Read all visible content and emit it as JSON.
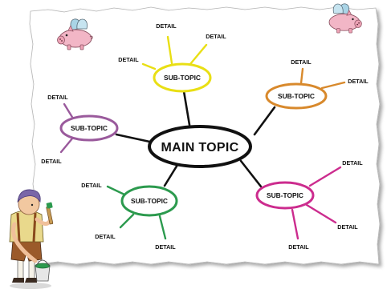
{
  "mindmap": {
    "main_topic": "MAIN TOPIC",
    "subtopics": [
      {
        "label": "SUB-TOPIC",
        "color": "#e9df14",
        "details": [
          "DETAIL",
          "DETAIL",
          "DETAIL"
        ]
      },
      {
        "label": "SUB-TOPIC",
        "color": "#d8892c",
        "details": [
          "DETAIL",
          "DETAIL"
        ]
      },
      {
        "label": "SUB-TOPIC",
        "color": "#9a5a9c",
        "details": [
          "DETAIL",
          "DETAIL"
        ]
      },
      {
        "label": "SUB-TOPIC",
        "color": "#2c9a4e",
        "details": [
          "DETAIL",
          "DETAIL",
          "DETAIL"
        ]
      },
      {
        "label": "SUB-TOPIC",
        "color": "#cc2c8e",
        "details": [
          "DETAIL",
          "DETAIL",
          "DETAIL"
        ]
      }
    ]
  },
  "decorations": {
    "flying_pig_icons": 2,
    "painter_child_icon": "child-painting-icon",
    "paint_bucket_color": "#2c9a4e"
  }
}
